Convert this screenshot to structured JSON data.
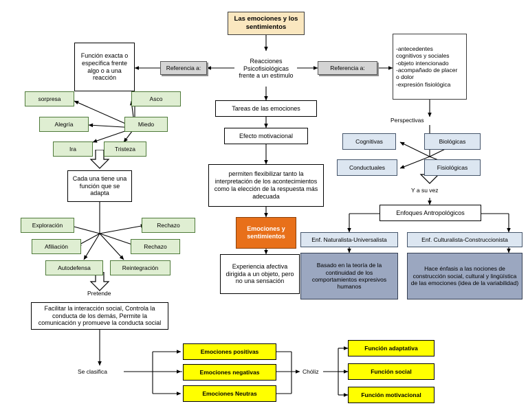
{
  "diagram": {
    "title": "Las emociones y los sentimientos",
    "type": "concept-map",
    "language": "es"
  },
  "nodes": {
    "title_box": "Las emociones y los sentimientos",
    "reacciones": "Reacciones Psicofisiológicas frente a un estimulo",
    "referencia_izq": "Referencia a:",
    "referencia_der": "Referencia a:",
    "funcion_exacta": "Función exacta o específica frente algo o a una reacción",
    "antecedentes": "-antecedentes cognitivos y sociales\n-objeto intencionado\n-acompañado de placer o dolor\n-expresión fisiológica",
    "antecedentes_lines": [
      "-antecedentes",
      "cognitivos y sociales",
      "-objeto intencionado",
      "-acompañado de placer",
      "o dolor",
      "-expresión fisiológica"
    ],
    "tareas": "Tareas de las emociones",
    "efecto": "Efecto motivacional",
    "permiten": "permiten flexibilizar tanto la interpretación de los acontecimientos como la elección de la respuesta más adecuada",
    "emociones_sentimientos": "Emociones y sentimientos",
    "experiencia": "Experiencia afectiva dirigida a un objeto, pero no una sensación",
    "cada_una": "Cada una tiene una función que se adapta",
    "facilitar": "Facilitar la interacción social, Controla la conducta de los demás, Permite la comunicación y promueve la conducta social",
    "enfoques": "Enfoques Antropológicos",
    "enf_naturalista": "Enf. Naturalista-Universalista",
    "enf_culturalista": "Enf. Culturalista-Construccionista",
    "naturalista_desc": "Basado en la teoría de la continuidad de los comportamientos expresivos humanos",
    "culturalista_desc": "Hace énfasis a las nociones de construcción social, cultural y lingüística de las emociones (idea de la variabilidad)"
  },
  "emotions": [
    {
      "label": "sorpresa"
    },
    {
      "label": "Asco"
    },
    {
      "label": "Alegría"
    },
    {
      "label": "Miedo"
    },
    {
      "label": "Ira"
    },
    {
      "label": "Tristeza"
    }
  ],
  "functions": [
    {
      "label": "Exploración"
    },
    {
      "label": "Rechazo"
    },
    {
      "label": "Afiliación"
    },
    {
      "label": "Rechazo"
    },
    {
      "label": "Autodefensa"
    },
    {
      "label": "Reintegración"
    }
  ],
  "perspectives": {
    "heading": "Perspectivas",
    "items": [
      {
        "label": "Cognitivas"
      },
      {
        "label": "Biológicas"
      },
      {
        "label": "Conductuales"
      },
      {
        "label": "Fisiológicas"
      }
    ],
    "next_label": "Y a su vez"
  },
  "classification": {
    "connector": "Se clasifica",
    "author": "Chóliz",
    "emotion_types": [
      {
        "label": "Emociones positivas"
      },
      {
        "label": "Emociones negativas"
      },
      {
        "label": "Emociones Neutras"
      }
    ],
    "functions": [
      {
        "label": "Función adaptativa"
      },
      {
        "label": "Función social"
      },
      {
        "label": "Función motivacional"
      }
    ]
  },
  "connectors": {
    "pretende": "Pretende"
  },
  "colors": {
    "title_bg": "#fae7bf",
    "reference_bg": "#d4d4d4",
    "emotion_bg": "#dfeed2",
    "emotion_border": "#4f7a3a",
    "highlight_bg": "#e8701a",
    "perspective_bg": "#dce6f1",
    "approach_bg": "#9ba7c0",
    "classification_bg": "#ffff00",
    "line": "#000000"
  }
}
